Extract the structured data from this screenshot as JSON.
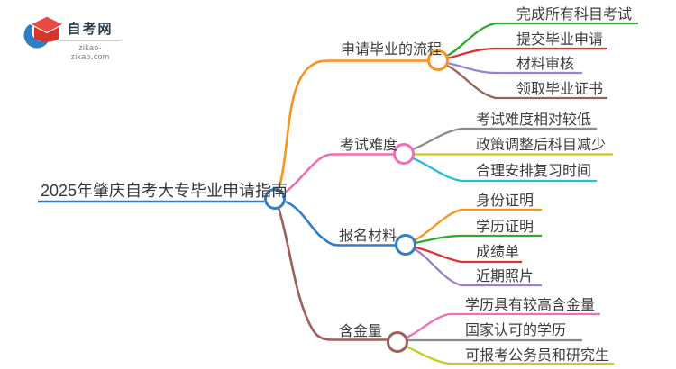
{
  "logo": {
    "title": "自考网",
    "domain": "zikao-zikao.com",
    "icon": "graduation-cap-icon",
    "cap_color": "#dd3a31",
    "swoosh_color": "#2e7fc1"
  },
  "mindmap": {
    "root": {
      "label": "2025年肇庆自考大专毕业申请指南",
      "color": "#2f7ec7"
    },
    "branches": [
      {
        "label": "申请毕业的流程",
        "color": "#f5941f",
        "children": [
          {
            "label": "完成所有科目考试",
            "color": "#2faa30"
          },
          {
            "label": "提交毕业申请",
            "color": "#e03030"
          },
          {
            "label": "材料审核",
            "color": "#9b7fd4"
          },
          {
            "label": "领取毕业证书",
            "color": "#9c6058"
          }
        ]
      },
      {
        "label": "考试难度",
        "color": "#ee6fb5",
        "children": [
          {
            "label": "考试难度相对较低",
            "color": "#8c8c8c"
          },
          {
            "label": "政策调整后科目减少",
            "color": "#d4c326"
          },
          {
            "label": "合理安排复习时间",
            "color": "#20c0d8"
          }
        ]
      },
      {
        "label": "报名材料",
        "color": "#2f7ec7",
        "children": [
          {
            "label": "身份证明",
            "color": "#f5941f"
          },
          {
            "label": "学历证明",
            "color": "#2faa30"
          },
          {
            "label": "成绩单",
            "color": "#e03030"
          },
          {
            "label": "近期照片",
            "color": "#9b7fd4"
          }
        ]
      },
      {
        "label": "含金量",
        "color": "#9c6058",
        "children": [
          {
            "label": "学历具有较高含金量",
            "color": "#ee6fb5"
          },
          {
            "label": "国家认可的学历",
            "color": "#8c8c8c"
          },
          {
            "label": "可报考公务员和研究生",
            "color": "#c4cc2a"
          }
        ]
      }
    ]
  }
}
